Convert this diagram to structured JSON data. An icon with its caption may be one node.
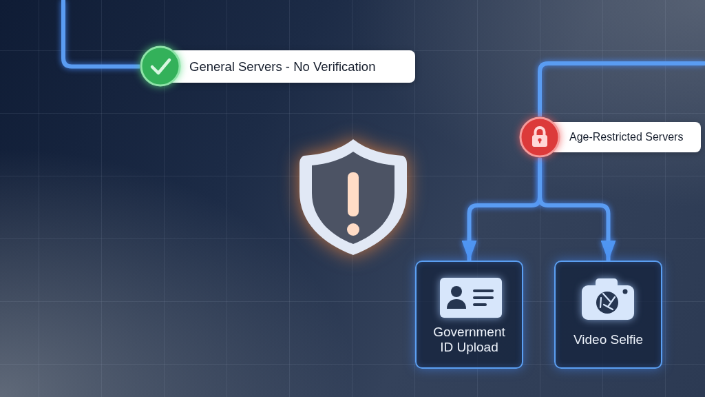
{
  "diagram": {
    "nodes": [
      {
        "text": [
          "General Servers - No Verification"
        ]
      },
      {
        "text": [
          "Age-Restricted Servers"
        ]
      },
      {
        "text": [
          "Government ID Upload"
        ]
      },
      {
        "text": [
          "Video Selfie"
        ]
      }
    ],
    "edges": [
      {
        "from": null,
        "to": 0,
        "arrow": "none"
      },
      {
        "from": null,
        "to": 1,
        "arrow": "none"
      },
      {
        "from": 1,
        "to": 2,
        "arrow": "to"
      },
      {
        "from": 1,
        "to": 3,
        "arrow": "to"
      }
    ]
  }
}
